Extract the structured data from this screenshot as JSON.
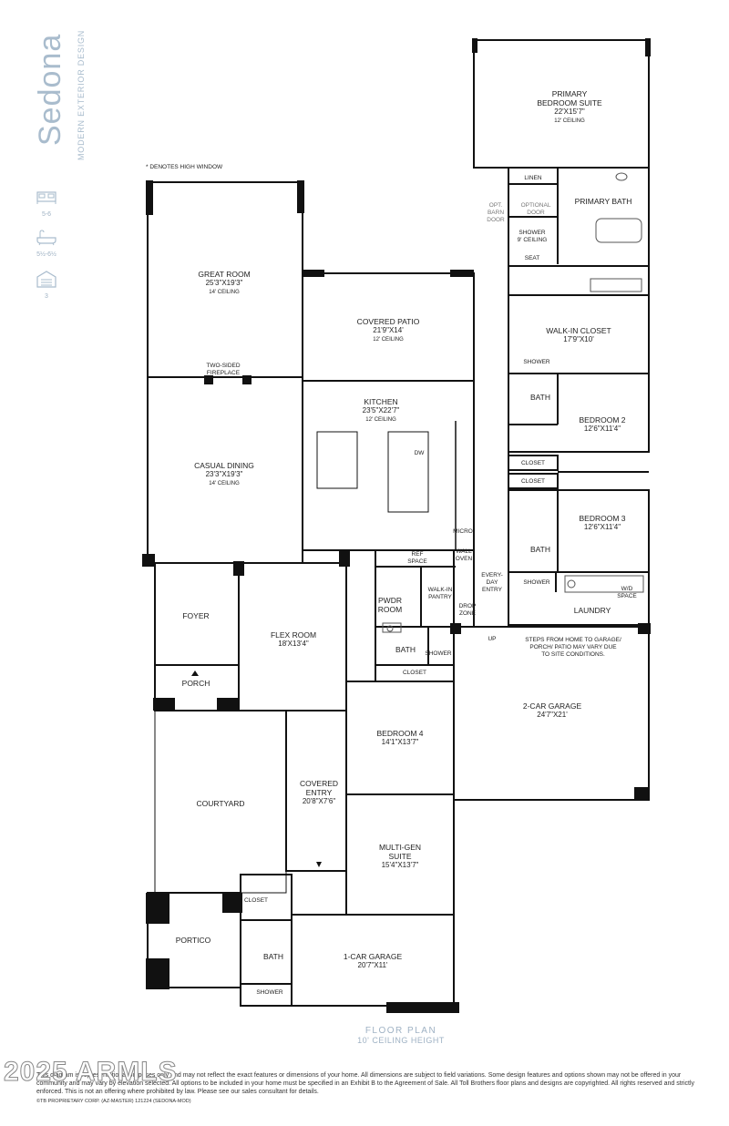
{
  "brand": {
    "name": "Sedona",
    "subtitle": "MODERN EXTERIOR DESIGN",
    "stats": [
      {
        "icon": "bed-icon",
        "label": "5-6"
      },
      {
        "icon": "bathtub-icon",
        "label": "5½-6½"
      },
      {
        "icon": "garage-icon",
        "label": "3"
      }
    ]
  },
  "note": "* DENOTES HIGH WINDOW",
  "rooms": {
    "primary_suite": {
      "name": "PRIMARY\nBEDROOM SUITE",
      "dim": "22'X15'7\"",
      "ceil": "12' CEILING"
    },
    "primary_bath": {
      "name": "PRIMARY BATH"
    },
    "linen": {
      "name": "LINEN"
    },
    "optional_door": {
      "name": "OPTIONAL\nDOOR"
    },
    "opt_barn_door": {
      "name": "OPT.\nBARN\nDOOR"
    },
    "shower_primary": {
      "name": "SHOWER\n9' CEILING"
    },
    "seat": {
      "name": "SEAT"
    },
    "great_room": {
      "name": "GREAT ROOM",
      "dim": "25'3\"X19'3\"",
      "ceil": "14' CEILING"
    },
    "covered_patio": {
      "name": "COVERED PATIO",
      "dim": "21'9\"X14'",
      "ceil": "12' CEILING"
    },
    "walk_in_closet": {
      "name": "WALK-IN CLOSET",
      "dim": "17'9\"X10'"
    },
    "two_sided_fireplace": {
      "name": "TWO-SIDED\nFIREPLACE"
    },
    "kitchen": {
      "name": "KITCHEN",
      "dim": "23'5\"X22'7\"",
      "ceil": "12' CEILING"
    },
    "shower_b2": {
      "name": "SHOWER"
    },
    "bath_b2": {
      "name": "BATH"
    },
    "bedroom2": {
      "name": "BEDROOM 2",
      "dim": "12'6\"X11'4\""
    },
    "dw": {
      "name": "DW"
    },
    "casual_dining": {
      "name": "CASUAL DINING",
      "dim": "23'3\"X19'3\"",
      "ceil": "14' CEILING"
    },
    "closet_a": {
      "name": "CLOSET"
    },
    "closet_b": {
      "name": "CLOSET"
    },
    "bedroom3": {
      "name": "BEDROOM 3",
      "dim": "12'6\"X11'4\""
    },
    "micro": {
      "name": "MICRO"
    },
    "bath_b3": {
      "name": "BATH"
    },
    "ref_space": {
      "name": "REF\nSPACE"
    },
    "wall_oven": {
      "name": "WALL\nOVEN"
    },
    "everyday_entry": {
      "name": "EVERY-\nDAY\nENTRY"
    },
    "shower_b3": {
      "name": "SHOWER"
    },
    "wd_space": {
      "name": "W/D\nSPACE"
    },
    "walkin_pantry": {
      "name": "WALK-IN\nPANTRY"
    },
    "pwdr_room": {
      "name": "PWDR\nROOM"
    },
    "drop_zone": {
      "name": "DROP\nZONE"
    },
    "laundry": {
      "name": "LAUNDRY"
    },
    "foyer": {
      "name": "FOYER"
    },
    "flex_room": {
      "name": "FLEX ROOM",
      "dim": "18'X13'4\""
    },
    "up": {
      "name": "UP"
    },
    "garage_note": {
      "name": "STEPS FROM HOME TO GARAGE/\nPORCH/ PATIO MAY VARY DUE\nTO SITE CONDITIONS."
    },
    "bath_b4": {
      "name": "BATH"
    },
    "shower_b4": {
      "name": "SHOWER"
    },
    "porch": {
      "name": "PORCH"
    },
    "closet_b4": {
      "name": "CLOSET"
    },
    "garage2": {
      "name": "2-CAR GARAGE",
      "dim": "24'7\"X21'"
    },
    "bedroom4": {
      "name": "BEDROOM 4",
      "dim": "14'1\"X13'7\""
    },
    "courtyard": {
      "name": "COURTYARD"
    },
    "covered_entry": {
      "name": "COVERED\nENTRY",
      "dim": "20'8\"X7'6\""
    },
    "multigen": {
      "name": "MULTI-GEN\nSUITE",
      "dim": "15'4\"X13'7\""
    },
    "closet_mg": {
      "name": "CLOSET"
    },
    "portico": {
      "name": "PORTICO"
    },
    "bath_mg": {
      "name": "BATH"
    },
    "garage1": {
      "name": "1-CAR GARAGE",
      "dim": "20'7\"X11'"
    },
    "shower_mg": {
      "name": "SHOWER"
    }
  },
  "floor_plan": {
    "title": "FLOOR PLAN",
    "subtitle": "10' CEILING HEIGHT"
  },
  "watermark": "2025 ARMLS",
  "disclaimer": "This diagram is representational purposes only and may not reflect the exact features or dimensions of your home. All dimensions are subject to field variations. Some design features and options shown may not be offered in your community and may vary by elevation selected. All options to be included in your home must be specified in an Exhibit B to the Agreement of Sale. All Toll Brothers floor plans and designs are copyrighted. All rights reserved and strictly enforced. This is not an offering where prohibited by law. Please see our sales consultant for details.",
  "copyright": "©TB PROPRIETARY CORP. (AZ-MASTER) 121224 (SEDONA-MOD)",
  "colors": {
    "wall": "#111111",
    "brand": "#a9bccd",
    "thin": "#555555"
  }
}
